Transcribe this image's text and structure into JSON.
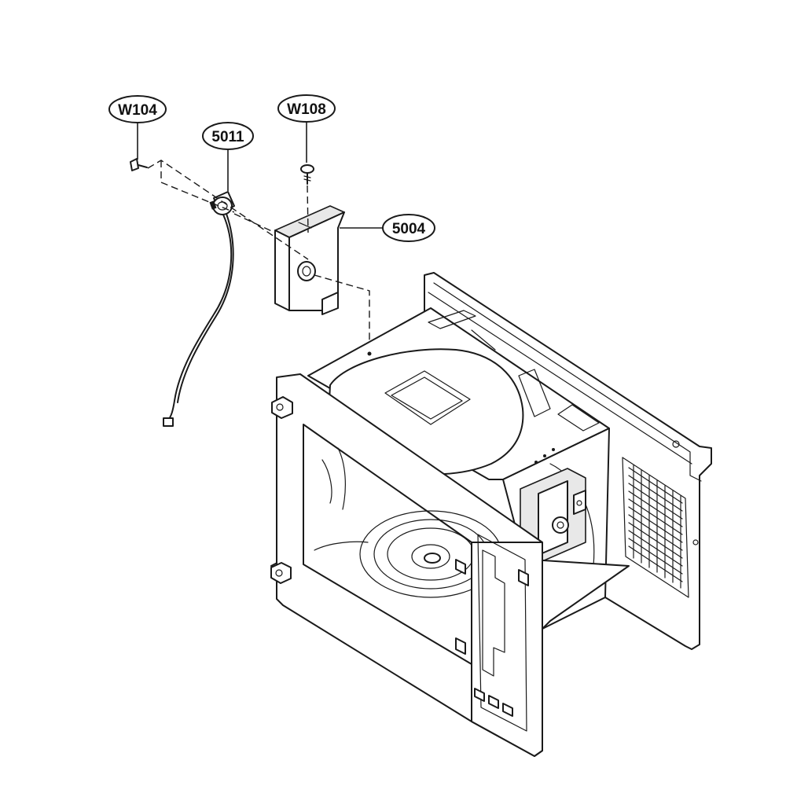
{
  "callouts": {
    "w104": "W104",
    "w5011": "5011",
    "w108": "W108",
    "w5004": "5004"
  },
  "colors": {
    "line": "#1a1a1a",
    "background": "#ffffff",
    "shade": "#e8e8e8"
  }
}
